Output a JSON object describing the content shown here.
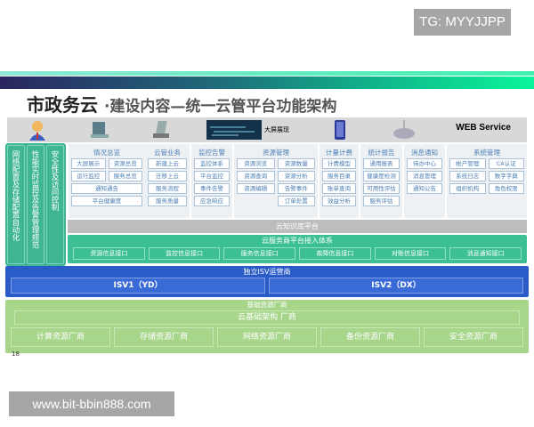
{
  "watermark_top": "TG: MYYJJPP",
  "watermark_bottom": "www.bit-bbin888.com",
  "title": {
    "main": "市政务云",
    "sub": "·建设内容—统一云管平台功能架构"
  },
  "icon_row": {
    "screen_label": "大屏展现",
    "web_label": "WEB Service",
    "icons": [
      "user-icon",
      "desktop-icon",
      "laptop-icon",
      "screen-icon",
      "tablet-icon",
      "router-icon"
    ]
  },
  "left_columns": [
    "网络配置及存储配置自动化",
    "性能实时监控及告警管理规范",
    "安全性及访问控制"
  ],
  "modules": [
    {
      "title": "情况总览",
      "items": [
        "大屏展示",
        "资源总览",
        "运行监控",
        "服务总览",
        "通知通告",
        "平台健康度"
      ]
    },
    {
      "title": "云管业务",
      "items": [
        "新建上云",
        "迁移上云",
        "服务流程",
        "服务质量"
      ]
    },
    {
      "title": "监控告警",
      "items": [
        "监控体系",
        "平台监控",
        "事件告警",
        "应急响应"
      ]
    },
    {
      "title": "资源管理",
      "items": [
        "资源浏览",
        "资源数量",
        "资源查询",
        "资源分析",
        "资源编辑",
        "告警事件",
        "订单处置"
      ]
    },
    {
      "title": "计量计费",
      "items": [
        "计费模型",
        "服务目录",
        "账单查询",
        "效益分析"
      ]
    },
    {
      "title": "统计报告",
      "items": [
        "通用报表",
        "健康度检测",
        "可用性评估",
        "服务评估"
      ]
    },
    {
      "title": "消息通知",
      "items": [
        "待办中心",
        "消息管理",
        "通知公告"
      ]
    },
    {
      "title": "系统管理",
      "items": [
        "帐户管理",
        "CA认证",
        "系统日志",
        "数字字典",
        "组织机构",
        "角色权限"
      ]
    }
  ],
  "knowledge_platform": "云知识库平台",
  "access_system": {
    "title": "云服务商平台接入体系",
    "items": [
      "资源信息接口",
      "监控信息接口",
      "服务信息接口",
      "故障信息接口",
      "对账信息接口",
      "消息通知接口"
    ]
  },
  "isv": {
    "title": "独立ISV运营商",
    "items": [
      "ISV1（YD）",
      "ISV2（DX）"
    ]
  },
  "base": {
    "title": "基础资源厂商",
    "infra": "云基础架构 厂商",
    "items": [
      "计算资源厂商",
      "存储资源厂商",
      "网络资源厂商",
      "备份资源厂商",
      "安全资源厂商"
    ]
  },
  "page_number": "18"
}
